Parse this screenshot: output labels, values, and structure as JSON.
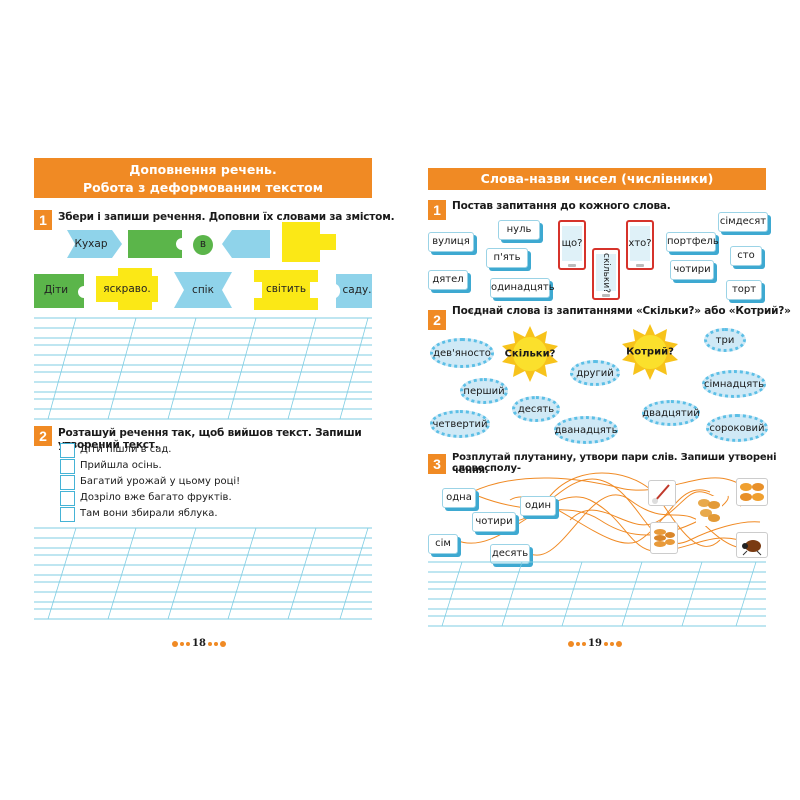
{
  "left_page": {
    "title_line1": "Доповнення речень.",
    "title_line2": "Робота з деформованим текстом",
    "task1": {
      "number": "1",
      "instruction": "Збери і запиши речення. Доповни їх словами за змістом.",
      "pieces": [
        "Кухар",
        "в",
        "Діти",
        "яскраво.",
        "спік",
        "світить",
        "саду."
      ]
    },
    "task2": {
      "number": "2",
      "instruction": "Розташуй речення так, щоб вийшов текст. Запиши утворений текст.",
      "sentences": [
        "Діти пішли в сад.",
        "Прийшла осінь.",
        "Багатий урожай у цьому році!",
        "Дозріло вже багато фруктів.",
        "Там вони збирали яблука."
      ]
    },
    "page_number": "18"
  },
  "right_page": {
    "title": "Слова-назви чисел (числівники)",
    "task1": {
      "number": "1",
      "instruction": "Постав запитання до кожного слова.",
      "words": [
        "вулиця",
        "нуль",
        "п'ять",
        "дятел",
        "одинадцять",
        "портфель",
        "сімдесят",
        "сто",
        "чотири",
        "торт"
      ],
      "phones": [
        "що?",
        "скільки?",
        "хто?"
      ]
    },
    "task2": {
      "number": "2",
      "instruction": "Поєднай слова із запитаннями «Скільки?» або «Котрий?»",
      "suns": [
        "Скільки?",
        "Котрий?"
      ],
      "clouds": [
        "дев'яносто",
        "три",
        "другий",
        "перший",
        "сімнадцять",
        "десять",
        "четвертий",
        "дванадцять",
        "двадцятий",
        "сороковий"
      ]
    },
    "task3": {
      "number": "3",
      "instruction_line1": "Розплутай плутанину, утвори пари слів. Запиши утворені словосполу-",
      "instruction_line2": "чення.",
      "words": [
        "одна",
        "один",
        "чотири",
        "сім",
        "десять"
      ]
    },
    "page_number": "19"
  },
  "colors": {
    "accent": "#f08a24",
    "line": "#7fcde3",
    "cloud": "#cfe9f6",
    "shadow": "#3ea9d1"
  }
}
